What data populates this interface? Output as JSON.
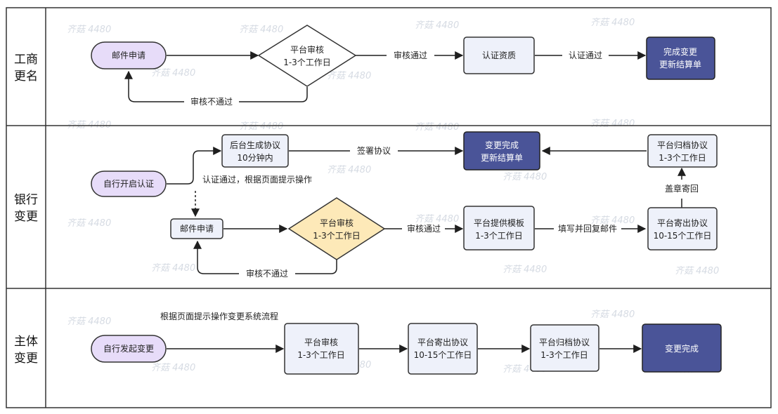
{
  "watermark": "齐菇 4480",
  "lanes": [
    {
      "title_line1": "工商",
      "title_line2": "更名"
    },
    {
      "title_line1": "银行",
      "title_line2": "变更"
    },
    {
      "title_line1": "主体",
      "title_line2": "变更"
    }
  ],
  "lane1": {
    "mail_apply": "邮件申请",
    "platform_review_l1": "平台审核",
    "platform_review_l2": "1-3个工作日",
    "edge_review_pass": "审核通过",
    "cert_qualification": "认证资质",
    "edge_cert_pass": "认证通过",
    "finish_l1": "完成变更",
    "finish_l2": "更新结算单",
    "edge_review_fail": "审核不通过"
  },
  "lane2": {
    "self_start_cert": "自行开启认证",
    "backend_gen_l1": "后台生成协议",
    "backend_gen_l2": "10分钟内",
    "edge_sign": "签署协议",
    "change_done_l1": "变更完成",
    "change_done_l2": "更新结算单",
    "archive_l1": "平台归档协议",
    "archive_l2": "1-3个工作日",
    "edge_cert_pass_note": "认证通过，根据页面提示操作",
    "edge_stamp_return": "盖章寄回",
    "mail_apply": "邮件申请",
    "platform_review_l1": "平台审核",
    "platform_review_l2": "1-3个工作日",
    "edge_review_pass": "审核通过",
    "template_l1": "平台提供模板",
    "template_l2": "1-3个工作日",
    "edge_fill_reply": "填写并回复邮件",
    "mail_out_l1": "平台寄出协议",
    "mail_out_l2": "10-15个工作日",
    "edge_review_fail": "审核不通过"
  },
  "lane3": {
    "note": "根据页面提示操作变更系统流程",
    "self_start_change": "自行发起变更",
    "platform_review_l1": "平台审核",
    "platform_review_l2": "1-3个工作日",
    "mail_out_l1": "平台寄出协议",
    "mail_out_l2": "10-15个工作日",
    "archive_l1": "平台归档协议",
    "archive_l2": "1-3个工作日",
    "change_done": "变更完成"
  },
  "colors": {
    "start_fill": "#e7dcf9",
    "start_stroke": "#333333",
    "process_fill": "#eef1fa",
    "diamond_fill": "#ffffff",
    "diamond_highlight_fill": "#fde9b8",
    "end_fill": "#4a5498",
    "lane_stroke": "#333333"
  }
}
